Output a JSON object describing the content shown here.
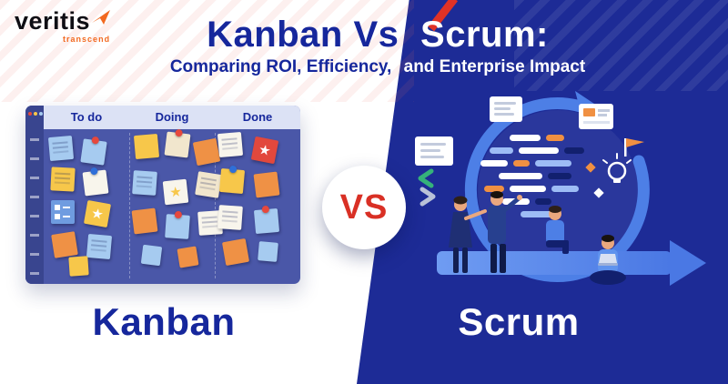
{
  "brand": {
    "name": "veritis",
    "tagline": "transcend"
  },
  "title": {
    "part1": "Kanban Vs",
    "part2": "Scrum:",
    "subtitle1": "Comparing ROI, Efficiency,",
    "subtitle2": "and Enterprise Impact"
  },
  "vs_badge": {
    "label": "VS"
  },
  "kanban": {
    "label": "Kanban",
    "board_columns": [
      "To do",
      "Doing",
      "Done"
    ]
  },
  "scrum": {
    "label": "Scrum"
  },
  "colors": {
    "background_left": "#ffffff",
    "background_right": "#1d2b96",
    "title_blue": "#16279c",
    "vs_red": "#d93025",
    "brand_orange": "#f26a21",
    "board_background": "#4a57a8",
    "loop_blue": "#4d7fe6"
  }
}
